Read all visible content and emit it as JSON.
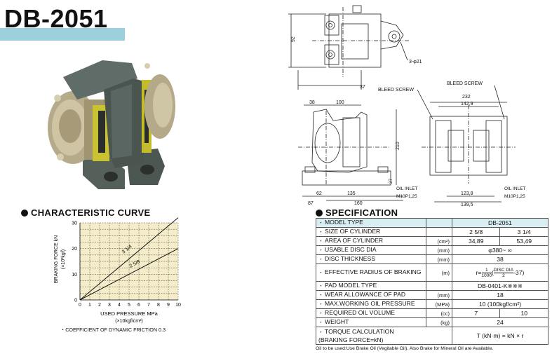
{
  "title": "DB-2051",
  "curve": {
    "heading": "CHARACTERISTIC CURVE",
    "ylabel": "BRAKING FORCE kN",
    "ylabel2": "(×10³kgf)",
    "xlabel": "USED PRESSURE MPa",
    "xlabel2": "(×10kgf/cm²)",
    "note": "・COEFFICIENT OF DYNAMIC FRICTION 0.3",
    "line1_label": "3 1/4",
    "line2_label": "2 5/8"
  },
  "chart_data": {
    "type": "line",
    "xlabel": "USED PRESSURE MPa",
    "ylabel": "BRAKING FORCE kN",
    "xlim": [
      0,
      10
    ],
    "ylim": [
      0,
      30
    ],
    "x_ticks": [
      "0",
      "1",
      "2",
      "3",
      "4",
      "5",
      "6",
      "7",
      "8",
      "9",
      "10"
    ],
    "y_ticks": [
      "0",
      "10",
      "20",
      "30"
    ],
    "grid": true,
    "series": [
      {
        "name": "3 1/4",
        "x": [
          0,
          10
        ],
        "y": [
          0,
          32
        ]
      },
      {
        "name": "2 5/8",
        "x": [
          0,
          10
        ],
        "y": [
          0,
          20
        ]
      }
    ]
  },
  "drawing": {
    "dim_92": "92",
    "dim_37": "37",
    "holes": "3-φ21",
    "bleed_screw_left": "BLEED SCREW",
    "bleed_screw_right": "BLEED SCREW",
    "dim_38": "38",
    "dim_100": "100",
    "dim_210": "210",
    "dim_27": "27",
    "dim_62": "62",
    "dim_135": "135",
    "dim_87": "87",
    "dim_160": "160",
    "dim_232": "232",
    "dim_1429": "142,9",
    "dim_1238": "123,8",
    "dim_1395": "139,5",
    "oil_inlet_left": "OIL INLET",
    "oil_inlet_left_thread": "M10P1,25",
    "oil_inlet_right": "OIL INLET",
    "oil_inlet_right_thread": "M10P1,25"
  },
  "spec": {
    "heading": "SPECIFICATION",
    "rows": {
      "model": {
        "label": "MODEL TYPE",
        "value": "DB-2051"
      },
      "size": {
        "label": "SIZE OF CYLINDER",
        "v1": "2 5/8",
        "v2": "3 1/4"
      },
      "area": {
        "label": "AREA OF CYLINDER",
        "unit": "(cm²)",
        "v1": "34,89",
        "v2": "53,49"
      },
      "disc_dia": {
        "label": "USABLE DISC DIA",
        "unit": "(mm)",
        "value": "φ380~ ∞"
      },
      "disc_thick": {
        "label": "DISC THICKNESS",
        "unit": "(mm)",
        "value": "38"
      },
      "radius": {
        "label": "EFFECTIVE RADIUS OF BRAKING",
        "unit": "(m)",
        "value_prefix": "r=",
        "num": "1",
        "den": "1000",
        "paren_open": "(",
        "num2": "DISC DIA",
        "den2": "2",
        "suffix": "-37)"
      },
      "pad": {
        "label": "PAD MODEL TYPE",
        "value": "DB-0401-K※※※"
      },
      "wear": {
        "label": "WEAR ALLOWANCE OF PAD",
        "unit": "(mm)",
        "value": "18"
      },
      "max_press": {
        "label": "MAX.WORKING OIL PRESSURE",
        "unit": "(MPa)",
        "value": "10 (100kgf/cm²)"
      },
      "oil_vol": {
        "label": "REQUIRED OIL VOLUME",
        "unit": "(cc)",
        "v1": "7",
        "v2": "10"
      },
      "weight": {
        "label": "WEIGHT",
        "unit": "(kg)",
        "value": "24"
      },
      "torque": {
        "label": "TORQUE CALCULATION",
        "label2": "(BRAKING FORCE=kN)",
        "value": "T (kN·m) = kN × r"
      }
    },
    "footnote": "Oil to be used:Use Brake Oil (Vegitable Oil). Also Brake for Mineral Oil are Available."
  }
}
